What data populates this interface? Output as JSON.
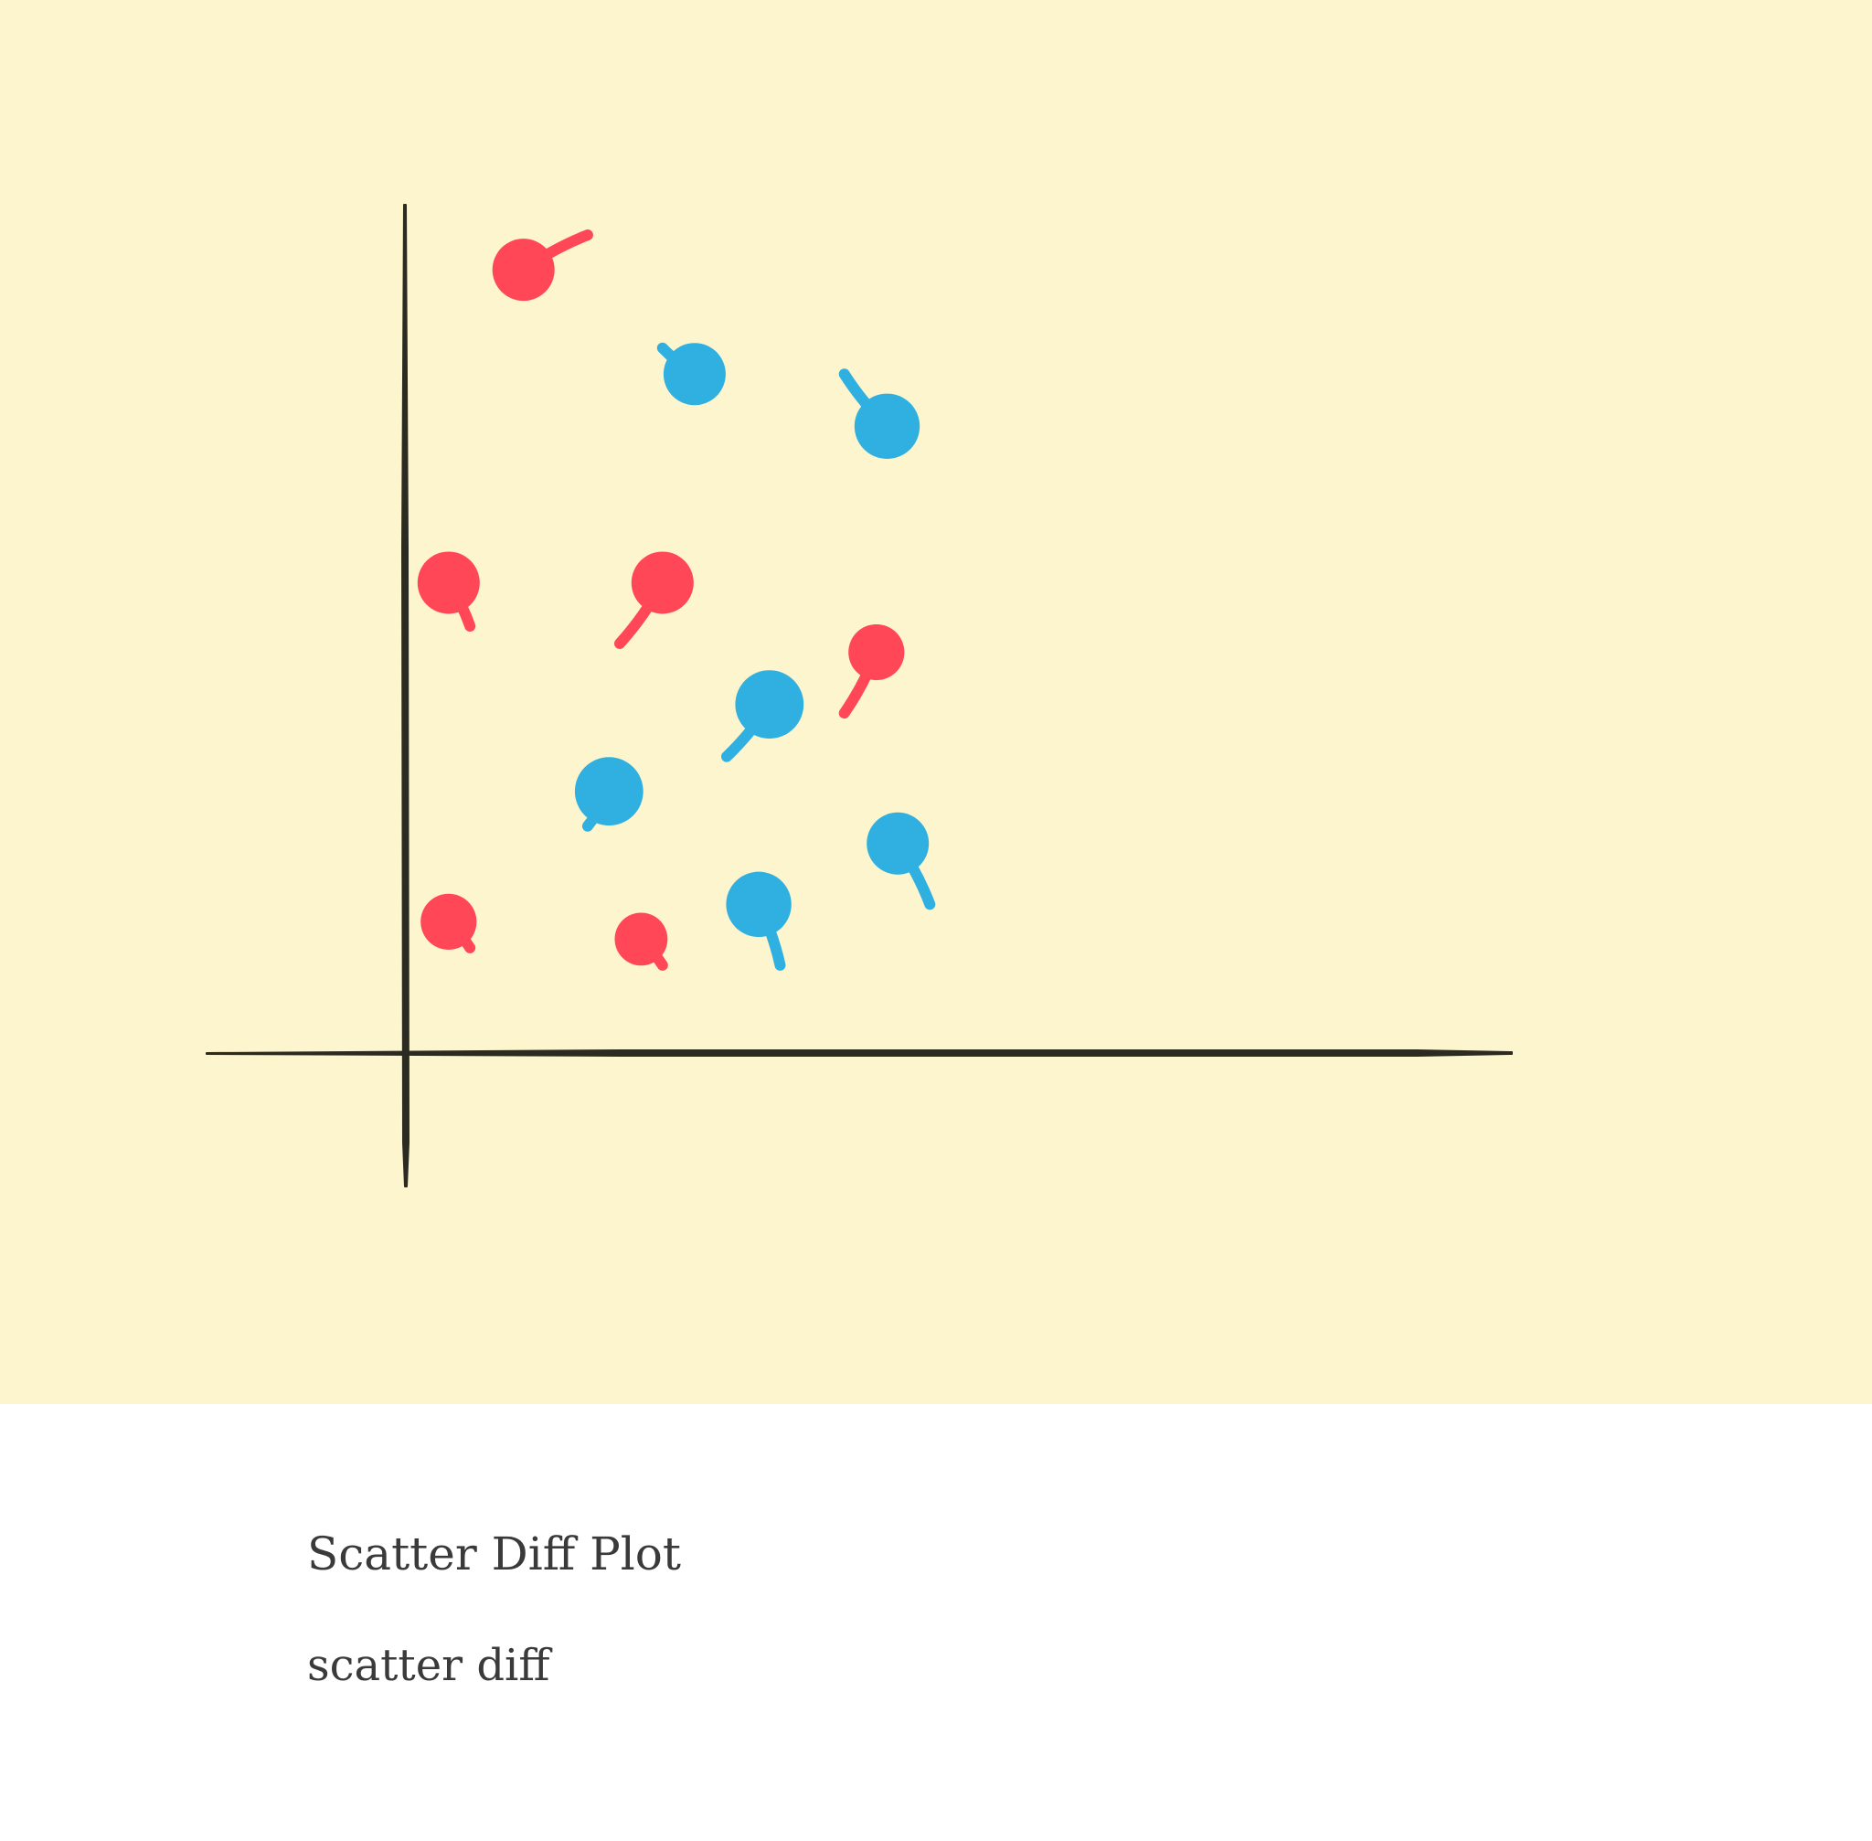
{
  "chart_data": {
    "type": "scatter",
    "subtype": "scatter-diff",
    "x_range": [
      0,
      10
    ],
    "y_range": [
      0,
      10
    ],
    "grid": false,
    "legend": "none",
    "background_color": "#fdf5cd",
    "series": [
      {
        "color": "#ff4757",
        "points": [
          {
            "x": 1.1,
            "y": 9.0,
            "x_from": 1.7,
            "y_from": 9.4,
            "size": 1.0
          },
          {
            "x": 0.4,
            "y": 5.4,
            "x_from": 0.6,
            "y_from": 4.9,
            "size": 1.0
          },
          {
            "x": 2.4,
            "y": 5.4,
            "x_from": 2.0,
            "y_from": 4.7,
            "size": 1.0
          },
          {
            "x": 4.4,
            "y": 4.6,
            "x_from": 4.1,
            "y_from": 3.9,
            "size": 0.9
          },
          {
            "x": 0.4,
            "y": 1.5,
            "x_from": 0.6,
            "y_from": 1.2,
            "size": 0.9
          },
          {
            "x": 2.2,
            "y": 1.3,
            "x_from": 2.4,
            "y_from": 1.0,
            "size": 0.85
          }
        ]
      },
      {
        "color": "#2fb0e0",
        "points": [
          {
            "x": 2.7,
            "y": 7.8,
            "x_from": 2.4,
            "y_from": 8.1,
            "size": 1.0
          },
          {
            "x": 4.5,
            "y": 7.2,
            "x_from": 4.1,
            "y_from": 7.8,
            "size": 1.05
          },
          {
            "x": 3.4,
            "y": 4.0,
            "x_from": 3.0,
            "y_from": 3.4,
            "size": 1.1
          },
          {
            "x": 1.9,
            "y": 3.0,
            "x_from": 1.7,
            "y_from": 2.6,
            "size": 1.1
          },
          {
            "x": 4.6,
            "y": 2.4,
            "x_from": 4.9,
            "y_from": 1.7,
            "size": 1.0
          },
          {
            "x": 3.3,
            "y": 1.7,
            "x_from": 3.5,
            "y_from": 1.0,
            "size": 1.05
          }
        ]
      }
    ]
  },
  "caption": {
    "title": "Scatter Diff Plot",
    "subtitle": "scatter diff"
  }
}
